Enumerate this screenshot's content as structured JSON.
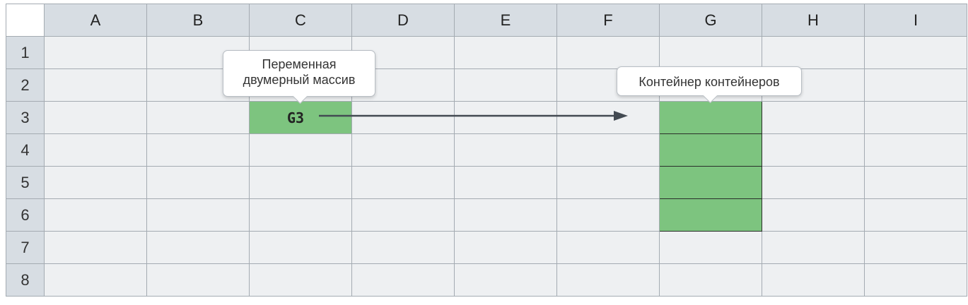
{
  "columns": [
    "A",
    "B",
    "C",
    "D",
    "E",
    "F",
    "G",
    "H",
    "I"
  ],
  "rows": [
    "1",
    "2",
    "3",
    "4",
    "5",
    "6",
    "7",
    "8"
  ],
  "cells": {
    "C3": "G3"
  },
  "highlighted_cells": [
    "C3",
    "G3",
    "G4",
    "G5",
    "G6"
  ],
  "callouts": {
    "variable": {
      "line1": "Переменная",
      "line2": "двумерный массив"
    },
    "container": {
      "text": "Контейнер контейнеров"
    }
  },
  "colors": {
    "highlight": "#7dc47f",
    "cell_background": "#eef0f2",
    "header_background": "#d7dde3",
    "arrow": "#424a52"
  }
}
